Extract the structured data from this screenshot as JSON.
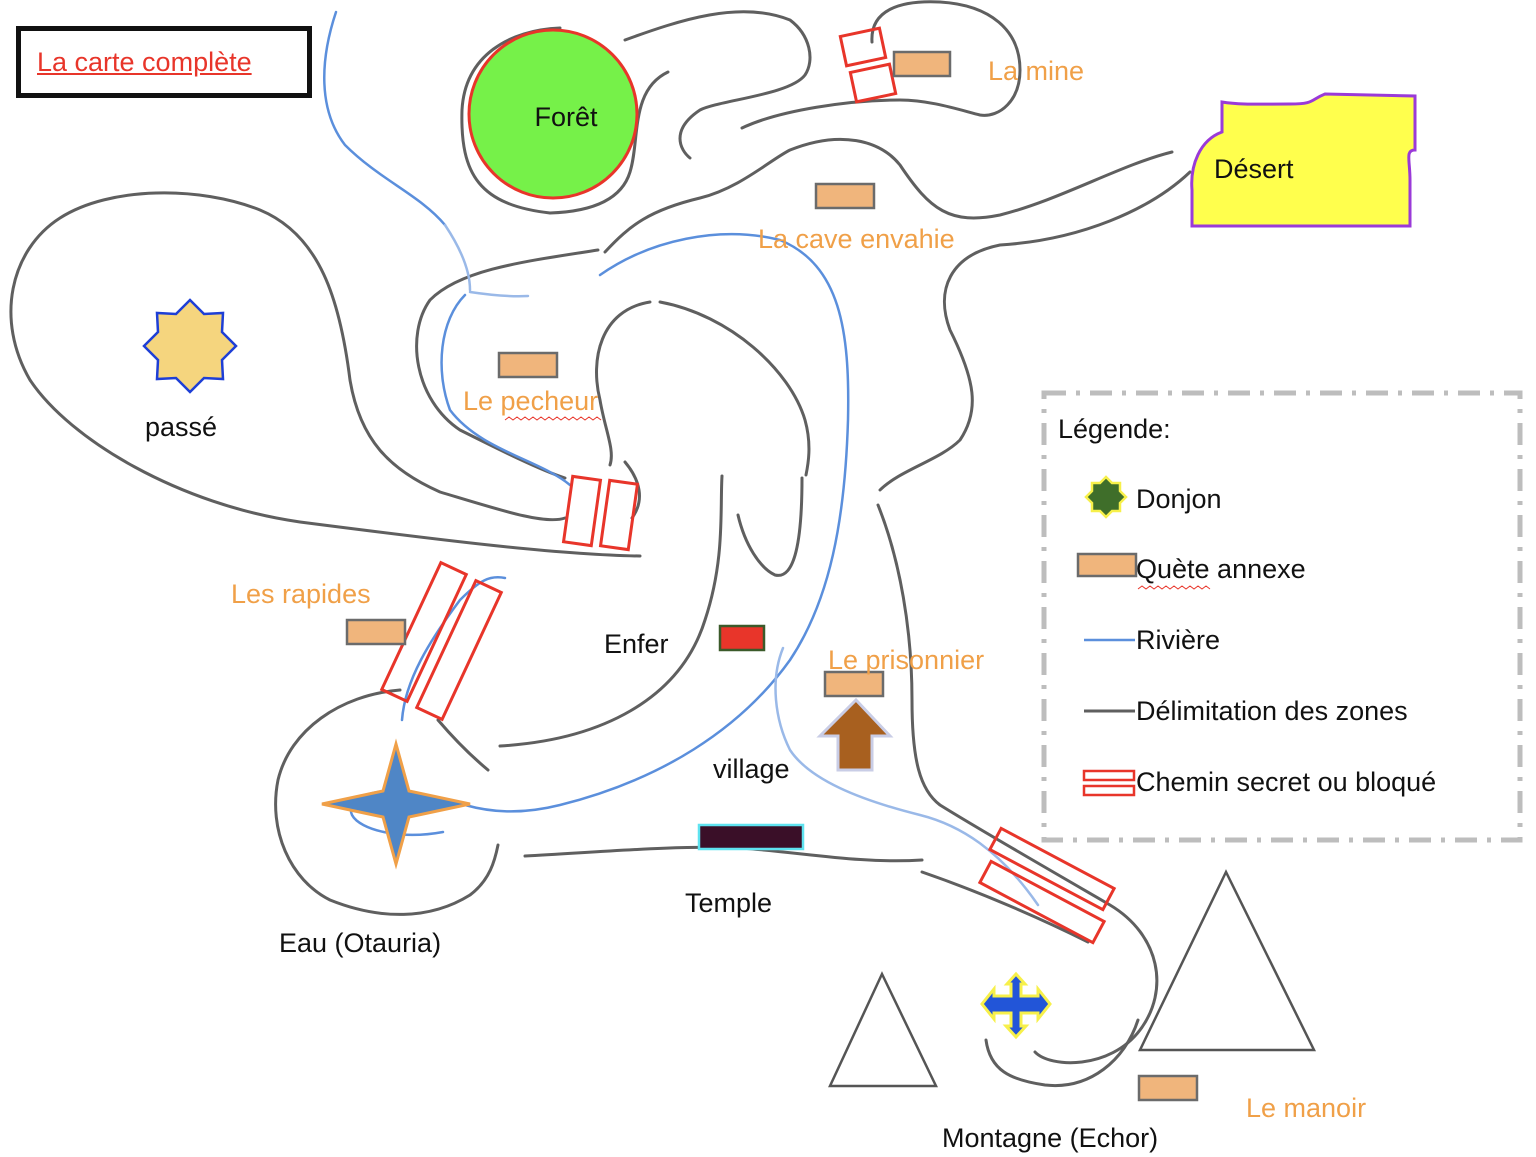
{
  "title": "La carte complète",
  "colors": {
    "zone_border": "#5f5f5f",
    "river": "#5b8fdc",
    "blocked_path": "#e8352a",
    "quest": "#f0b57c",
    "forest": "#76f149",
    "desert": "#ffff4d",
    "enfer_marker": "#e8352a",
    "temple_marker": "#3a0f28",
    "quest_label": "#f0a048"
  },
  "zones": {
    "foret": "Forêt",
    "desert": "Désert",
    "passe": "passé",
    "enfer": "Enfer",
    "village": "village",
    "temple": "Temple",
    "eau": "Eau (Otauria)",
    "montagne": "Montagne (Echor)"
  },
  "quests": {
    "mine": "La mine",
    "cave": "La cave envahie",
    "pecheur": "Le pecheur",
    "rapides": "Les rapides",
    "prisonnier": "Le prisonnier",
    "manoir": "Le manoir"
  },
  "legend": {
    "title": "Légende:",
    "items": [
      {
        "icon": "dungeon-icon",
        "label": "Donjon"
      },
      {
        "icon": "quest-icon",
        "label": "Quète annexe"
      },
      {
        "icon": "river-icon",
        "label": "Rivière"
      },
      {
        "icon": "zone-border-icon",
        "label": "Délimitation des zones"
      },
      {
        "icon": "secret-path-icon",
        "label": "Chemin secret ou bloqué"
      }
    ]
  }
}
